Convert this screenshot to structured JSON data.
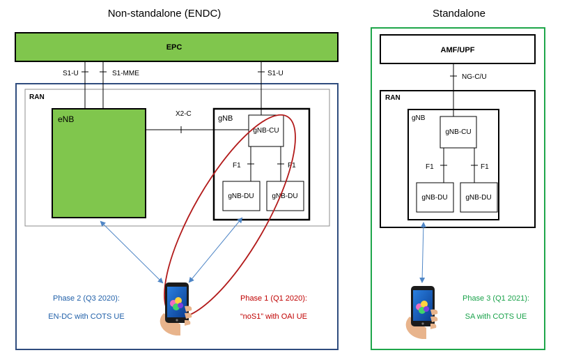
{
  "titles": {
    "nsa": "Non-standalone (ENDC)",
    "sa": "Standalone"
  },
  "nsa": {
    "epc": "EPC",
    "s1u_left": "S1-U",
    "s1mme": "S1-MME",
    "s1u_right": "S1-U",
    "ran": "RAN",
    "enb": "eNB",
    "x2c": "X2-C",
    "gnb": "gNB",
    "gnb_cu": "gNB-CU",
    "f1_left": "F1",
    "f1_right": "F1",
    "gnb_du_left": "gNB-DU",
    "gnb_du_right": "gNB-DU",
    "phase2_line1": "Phase 2 (Q3 2020):",
    "phase2_line2": "EN-DC with COTS UE",
    "phase1_line1": "Phase 1 (Q1 2020):",
    "phase1_line2": "“noS1” with OAI UE"
  },
  "sa": {
    "amf_upf": "AMF/UPF",
    "ngcu": "NG-C/U",
    "ran": "RAN",
    "gnb": "gNB",
    "gnb_cu": "gNB-CU",
    "f1_left": "F1",
    "f1_right": "F1",
    "gnb_du_left": "gNB-DU",
    "gnb_du_right": "gNB-DU",
    "phase3_line1": "Phase 3 (Q1 2021):",
    "phase3_line2": "SA with COTS UE"
  },
  "colors": {
    "green_fill": "#80c64d",
    "nsa_border": "#2f4c7e",
    "sa_border": "#1ea64a",
    "phase1": "#c00000",
    "phase2": "#1f5fa8",
    "phase3": "#19a24a",
    "arrow": "#4f86c6",
    "ellipse": "#b21a1a"
  },
  "icons": {
    "phone": "smartphone-in-hand-icon"
  }
}
